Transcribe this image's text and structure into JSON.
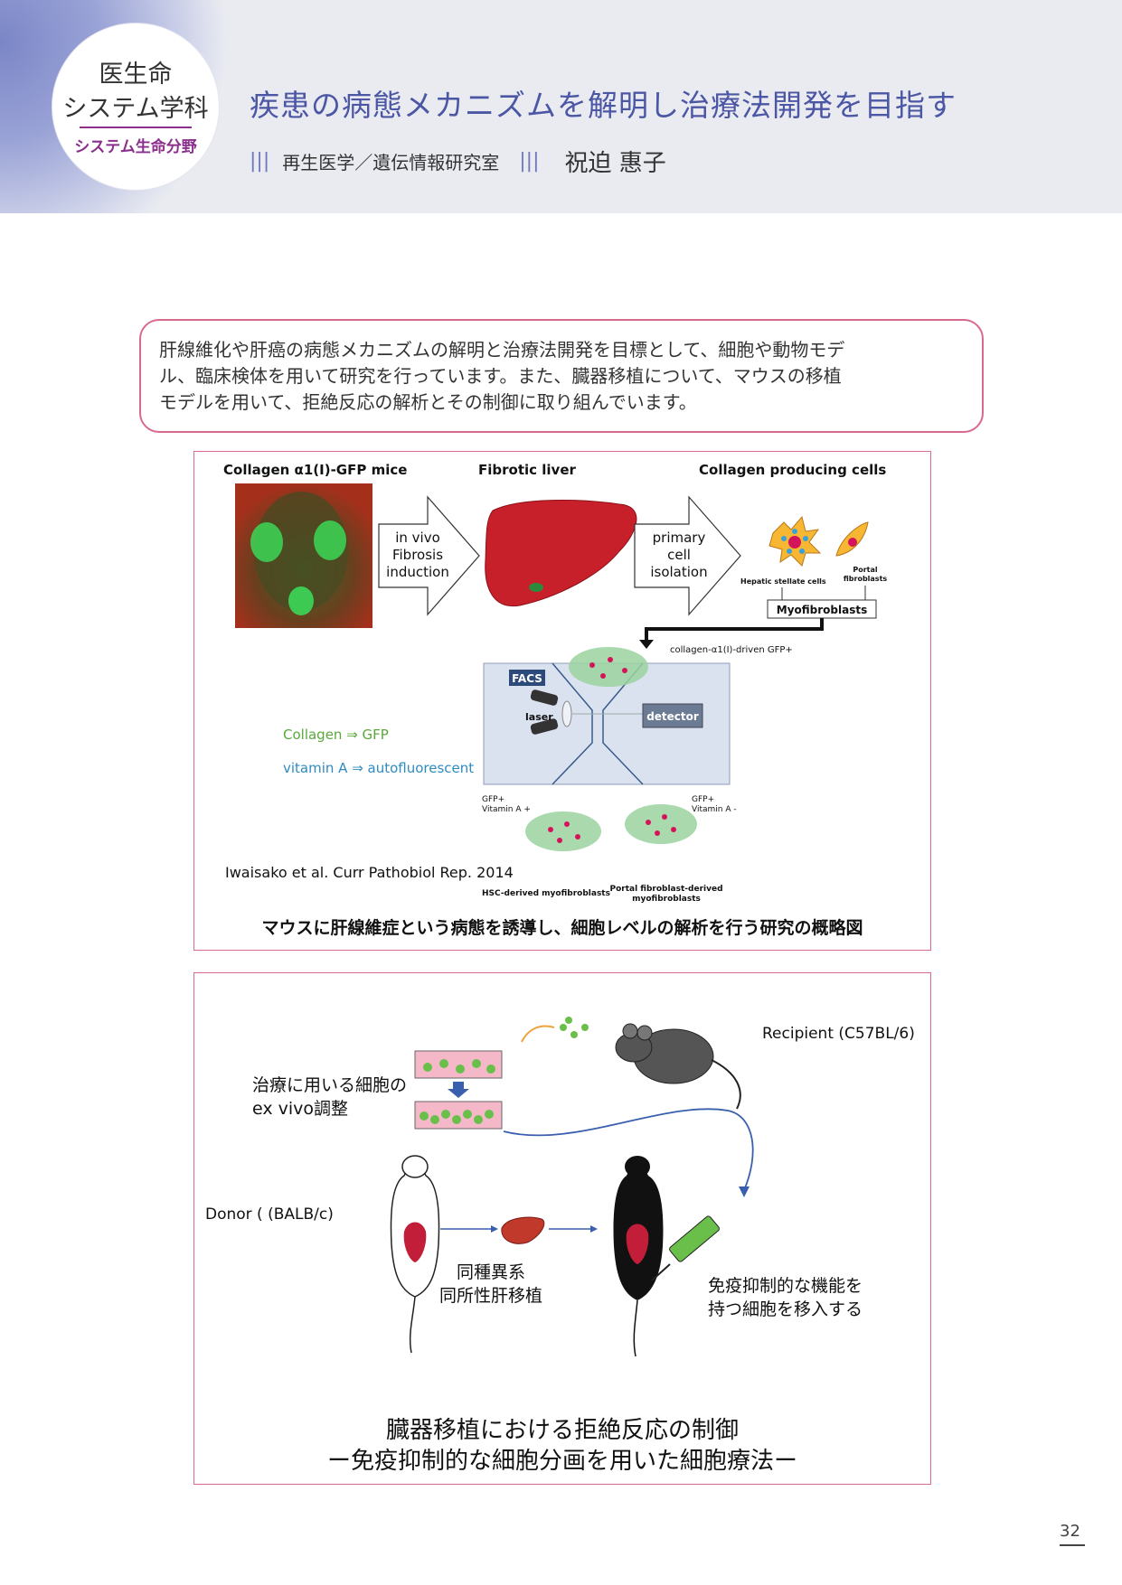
{
  "header": {
    "badge_line1": "医生命",
    "badge_line2": "システム学科",
    "badge_line3": "システム生命分野",
    "title": "疾患の病態メカニズムを解明し治療法開発を目指す",
    "bar_mark": "|||",
    "lab": "再生医学／遺伝情報研究室",
    "person": "祝迫 惠子",
    "accent_color": "#4b56a4"
  },
  "intro": {
    "lines": [
      "肝線維化や肝癌の病態メカニズムの解明と治療法開発を目標として、細胞や動物モデ",
      "ル、臨床検体を用いて研究を行っています。また、臓器移植について、マウスの移植",
      "モデルを用いて、拒絶反応の解析とその制御に取り組んでいます。"
    ]
  },
  "figure1": {
    "heading_mice": "Collagen α1(I)-GFP mice",
    "heading_liver": "Fibrotic liver",
    "heading_cells": "Collagen producing cells",
    "arrow1": [
      "in vivo",
      "Fibrosis",
      "induction"
    ],
    "arrow2": [
      "primary",
      "cell",
      "isolation"
    ],
    "hsc_label": "Hepatic stellate cells",
    "portal_label": [
      "Portal",
      "fibroblasts"
    ],
    "myofib_box": "Myofibroblasts",
    "collagen_driven": "collagen-α1(I)-driven GFP+",
    "facs": "FACS",
    "laser": "laser",
    "detector": "detector",
    "legend_collagen": "Collagen ⇒ GFP",
    "legend_vitamin": "vitamin A ⇒ autofluorescent",
    "left_out": [
      "GFP+",
      "Vitamin A +"
    ],
    "right_out": [
      "GFP+",
      "Vitamin A -"
    ],
    "left_label": "HSC-derived myofibroblasts",
    "right_label": [
      "Portal fibroblast-derived",
      "myofibroblasts"
    ],
    "citation": "Iwaisako et al. Curr Pathobiol Rep. 2014",
    "caption": "マウスに肝線維症という病態を誘導し、細胞レベルの解析を行う研究の概略図"
  },
  "figure2": {
    "recipient": "Recipient (C57BL/6)",
    "ex_vivo": [
      "治療に用いる細胞の",
      "ex vivo調整"
    ],
    "donor": "Donor ( (BALB/c)",
    "transplant": [
      "同種異系",
      "同所性肝移植"
    ],
    "immune": [
      "免疫抑制的な機能を",
      "持つ細胞を移入する"
    ],
    "caption": [
      "臓器移植における拒絶反応の制御",
      "ー免疫抑制的な細胞分画を用いた細胞療法ー"
    ]
  },
  "page_number": "32"
}
